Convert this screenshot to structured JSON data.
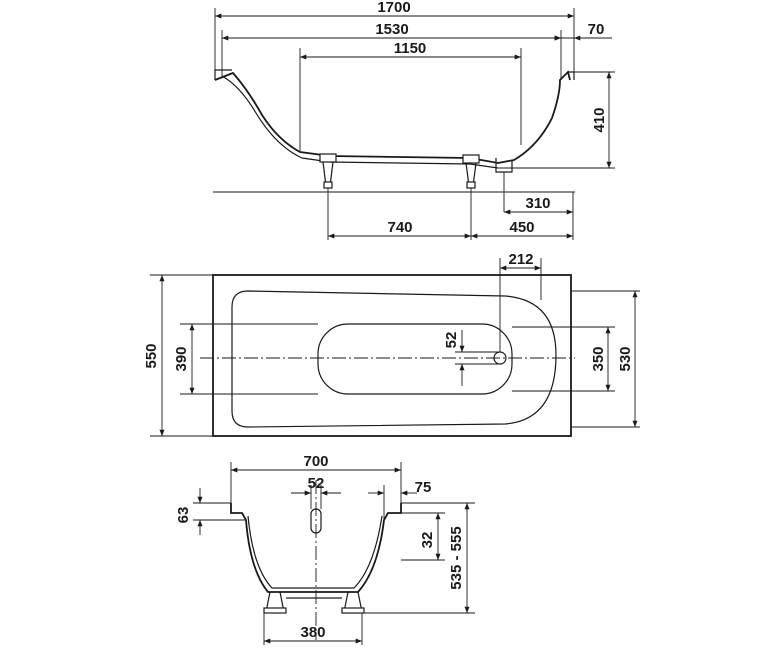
{
  "side_view": {
    "overall_length": "1700",
    "inner_length": "1530",
    "rim_width": "70",
    "bottom_length": "1150",
    "depth": "410",
    "drain_offset": "310",
    "leg_spacing": "740",
    "leg_offset": "450"
  },
  "top_view": {
    "drain_offset": "212",
    "overall_width": "550",
    "inner_width": "390",
    "drain_diameter": "52",
    "bottom_width": "350",
    "rim_outer_width": "530"
  },
  "end_view": {
    "top_width": "700",
    "drain_diameter": "52",
    "rim_width": "75",
    "rim_height": "63",
    "rim_thickness": "32",
    "height_range": "535 - 555",
    "bottom_width": "380"
  }
}
